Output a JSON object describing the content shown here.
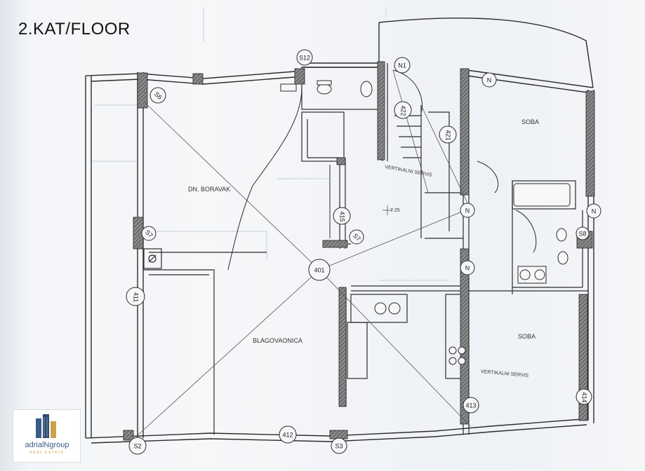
{
  "title": "2.KAT/FLOOR",
  "rooms": {
    "living": "DN. BORAVAK",
    "dining": "BLAGOVAONICA",
    "room_top": "SOBA",
    "room_bottom": "SOBA"
  },
  "notes": {
    "vertical_service_1": "VERTIKALNI SERVIS",
    "vertical_service_2": "VERTIKALNI SERVIS",
    "level": "7.25"
  },
  "tags": {
    "s2": "S2",
    "s3": "S3",
    "s6": "S6",
    "s7a": "S7",
    "s7b": "S7",
    "s8": "S8",
    "s12": "S12",
    "n1": "N1",
    "n_top": "N",
    "n_mid": "N",
    "n_right": "N",
    "n_low": "N",
    "t401": "401",
    "t411": "411",
    "t412": "412",
    "t413": "413",
    "t414": "414",
    "t415": "415",
    "t421": "421",
    "t422": "422"
  },
  "logo": {
    "brand": "adrialNgroup",
    "sub": "REAL ESTATE"
  },
  "colors": {
    "ink": "#2b2b2b",
    "wall_fill": "#7a7a7a",
    "paper": "#f4f5f7",
    "logo_blue": "#3b5a87",
    "logo_gold": "#c9a24a"
  }
}
